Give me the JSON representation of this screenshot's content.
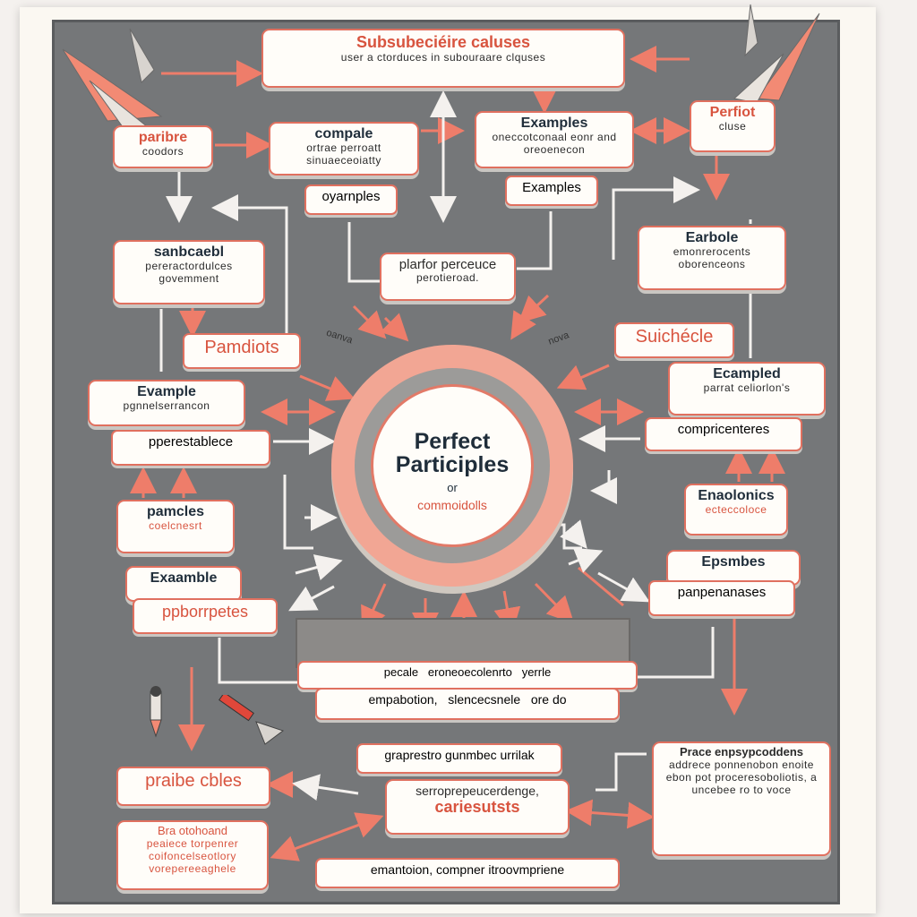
{
  "diagram": {
    "center": {
      "title": "Perfect Participles",
      "connector": "or",
      "subtitle": "commoidolls"
    },
    "top_box": {
      "title": "Subsubeciéire caluses",
      "subtitle": "user a ctorduces in subouraare clquses"
    },
    "left_col": [
      {
        "title": "paribre",
        "subtitle": "coodors"
      },
      {
        "title": "sanbcaebl",
        "subtitle": "pereractordulces govemment"
      },
      {
        "title": "Pamdiots"
      },
      {
        "title": "Evample",
        "subtitle": "pgnnelserrancon"
      },
      {
        "title": "pperestablece"
      },
      {
        "title": "pamcles",
        "subtitle": "coelcnesrt"
      },
      {
        "title": "Exaamble"
      },
      {
        "title": "ppborrpetes"
      },
      {
        "title": "praibe cbles"
      },
      {
        "title": "Bra otohoand",
        "subtitle": "peaiece torpenrer coifoncelseotlory vorepereeaghele"
      }
    ],
    "mid_top": [
      {
        "title": "compale",
        "subtitle": "ortrae perroatt sinuaeceoiatty"
      },
      {
        "title": "oyarnples"
      },
      {
        "title": "Examples",
        "subtitle": "oneccotconaal eonr and oreoenecon"
      },
      {
        "title": "Examples"
      },
      {
        "title": "plarfor perceuce",
        "subtitle": "perotieroad."
      }
    ],
    "right_col": [
      {
        "title": "Perfiot",
        "subtitle": "cluse"
      },
      {
        "title": "Earbole",
        "subtitle": "emonrerocents oborenceons"
      },
      {
        "title": "Suichécle"
      },
      {
        "title": "Ecampled",
        "subtitle": "parrat celiorlon's"
      },
      {
        "title": "compricenteres"
      },
      {
        "title": "Enaolonics",
        "subtitle": "ecteccoloce"
      },
      {
        "title": "Epsmbes"
      },
      {
        "title": "panpenanases"
      },
      {
        "title": "Prace enpsypcoddens",
        "subtitle": "addrece ponnenobon enoite ebon pot proceresoboliotis, a uncebee ro to voce"
      }
    ],
    "bottom": [
      {
        "title": "pecale   eroneoecolenrto   yerrle"
      },
      {
        "title": "empabotion,   slencecsnele   ore do"
      },
      {
        "title": "graprestro gunmbec urrilak"
      },
      {
        "title": "serroprepeucerdenge,",
        "subtitle": "cariesutsts"
      },
      {
        "title": "emantoion,  compner itroovmpriene"
      }
    ],
    "notes": {
      "left": "oanva",
      "right": "nova"
    }
  }
}
